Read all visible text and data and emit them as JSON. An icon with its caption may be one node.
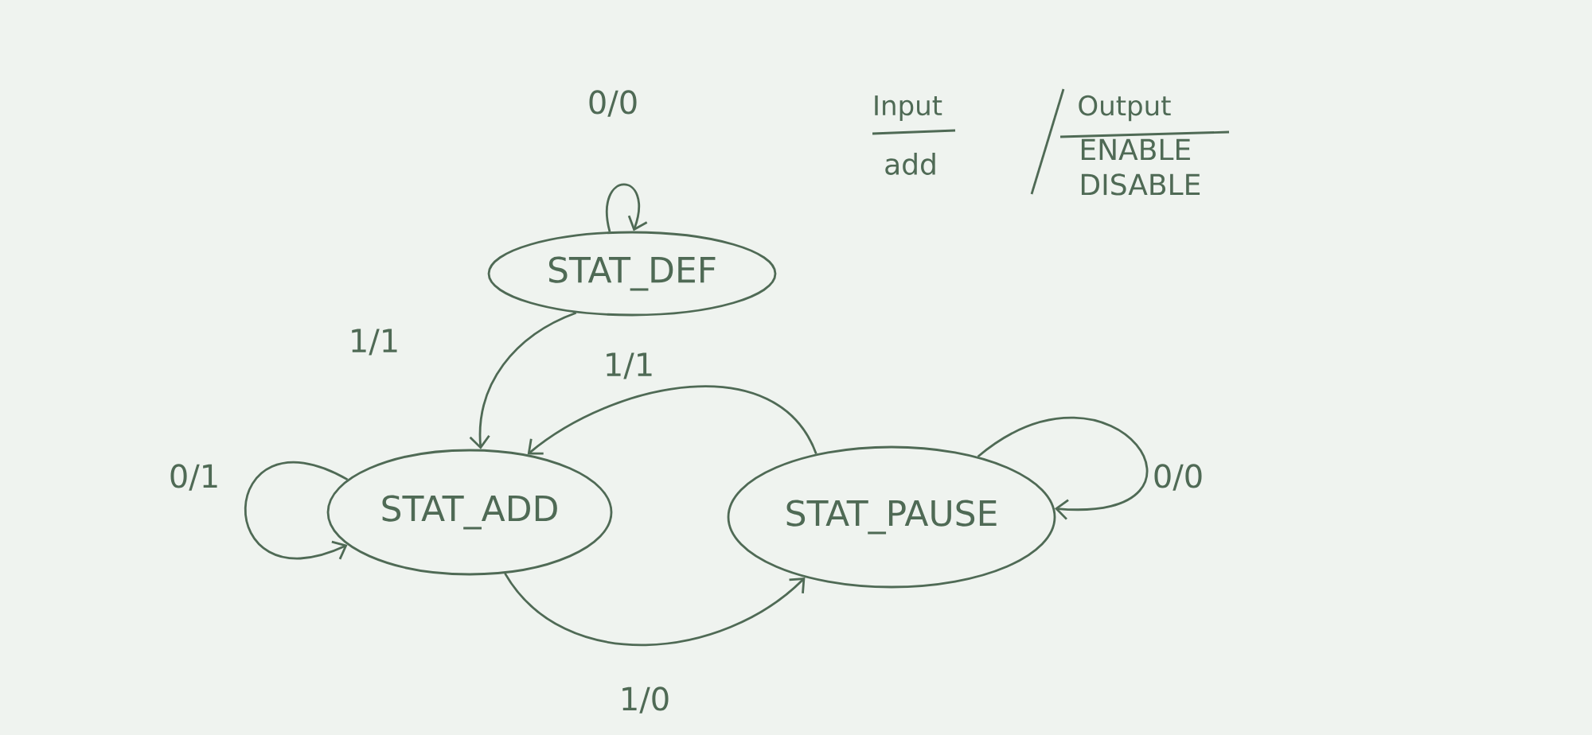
{
  "diagram": {
    "nodes": [
      {
        "text": [
          "STAT_DEF"
        ]
      },
      {
        "text": [
          "STAT_ADD"
        ]
      },
      {
        "text": [
          "STAT_PAUSE"
        ]
      }
    ],
    "edges": [
      {
        "from": 0,
        "to": 0,
        "arrow": "to",
        "label": "0/0"
      },
      {
        "from": 0,
        "to": 1,
        "arrow": "to",
        "label": "1/1"
      },
      {
        "from": 2,
        "to": 1,
        "arrow": "to",
        "label": "1/1"
      },
      {
        "from": 1,
        "to": 1,
        "arrow": "to",
        "label": "0/1"
      },
      {
        "from": 1,
        "to": 2,
        "arrow": "to",
        "label": "1/0"
      },
      {
        "from": 2,
        "to": 2,
        "arrow": "to",
        "label": "0/0"
      }
    ],
    "labels": [
      "Input",
      "Output",
      "add",
      "ENABLE",
      "DISABLE"
    ]
  }
}
